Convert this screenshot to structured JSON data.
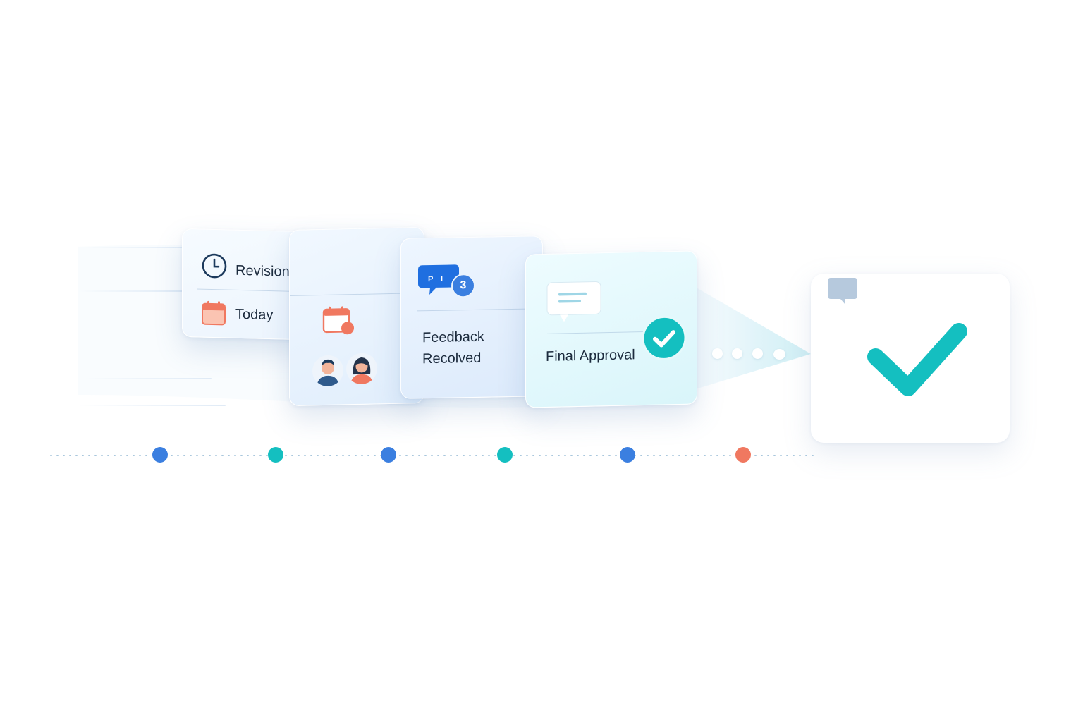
{
  "cards": {
    "revision": {
      "title": "Revision Due",
      "date_label": "Today"
    },
    "feedback": {
      "badge_count": "3",
      "bubble_text": "P I",
      "title_line1": "Feedback",
      "title_line2": "Recolved"
    },
    "approval": {
      "title": "Final Approval"
    }
  },
  "icons": {
    "clock": "clock-icon",
    "calendar": "calendar-icon",
    "calendar_alert": "calendar-alert-icon",
    "chat": "chat-bubble-icon",
    "message": "message-icon",
    "check_badge": "check-badge-icon",
    "big_check": "big-checkmark-icon",
    "comment": "comment-icon"
  },
  "colors": {
    "blue": "#3b7fe0",
    "teal": "#14bfc0",
    "coral": "#f07860",
    "navy": "#1c3a5c"
  },
  "timeline": {
    "dots": [
      {
        "color": "#3b7fe0"
      },
      {
        "color": "#14bfc0"
      },
      {
        "color": "#3b7fe0"
      },
      {
        "color": "#14bfc0"
      },
      {
        "color": "#3b7fe0"
      },
      {
        "color": "#f07860"
      }
    ]
  }
}
